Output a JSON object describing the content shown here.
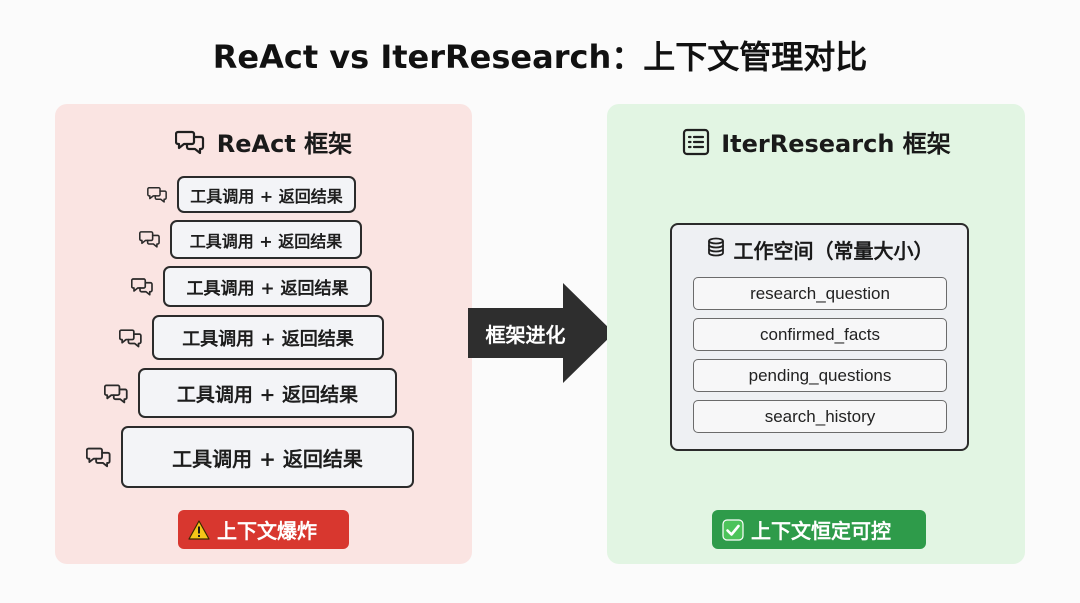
{
  "title": "ReAct vs IterResearch：上下文管理对比",
  "colors": {
    "left_panel_bg": "#fae4e2",
    "right_panel_bg": "#e2f5e3",
    "warning_badge": "#d8372f",
    "success_badge": "#2e9b4a",
    "arrow": "#2e2e2e"
  },
  "react": {
    "heading": "ReAct 框架",
    "heading_icon": "chat-bubbles-icon",
    "step_icon": "chat-bubbles-icon",
    "steps": [
      "工具调用 + 返回结果",
      "工具调用 + 返回结果",
      "工具调用 + 返回结果",
      "工具调用 + 返回结果",
      "工具调用 + 返回结果",
      "工具调用 + 返回结果"
    ],
    "badge_icon": "warning-icon",
    "badge": "上下文爆炸"
  },
  "arrow": {
    "label": "框架进化"
  },
  "iter": {
    "heading": "IterResearch 框架",
    "heading_icon": "document-list-icon",
    "workspace": {
      "icon": "database-icon",
      "title": "工作空间（常量大小）",
      "fields": [
        "research_question",
        "confirmed_facts",
        "pending_questions",
        "search_history"
      ]
    },
    "badge_icon": "check-mark-icon",
    "badge": "上下文恒定可控"
  }
}
